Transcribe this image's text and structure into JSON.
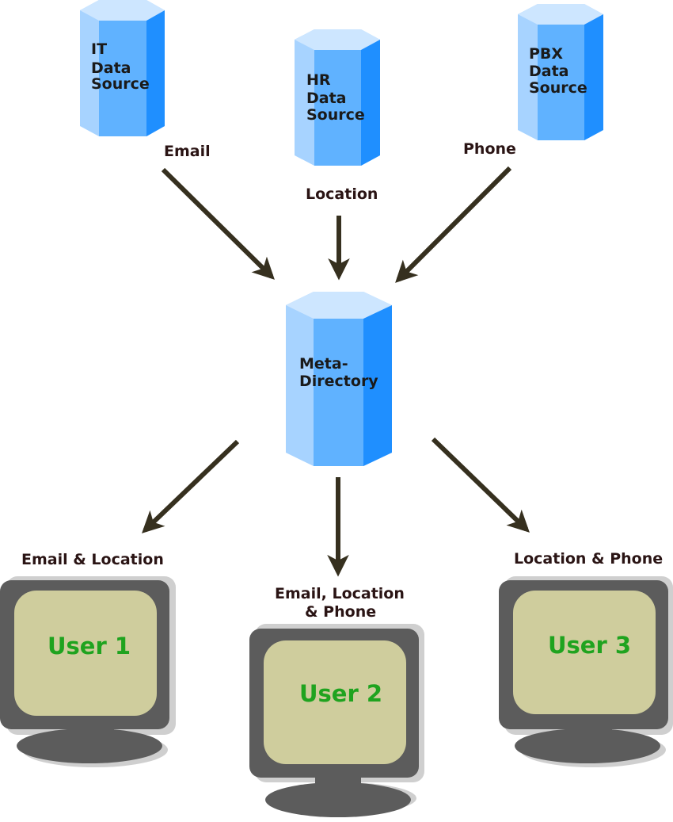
{
  "sources": [
    {
      "id": "it",
      "lines": [
        "IT",
        "Data",
        "Source"
      ]
    },
    {
      "id": "hr",
      "lines": [
        "HR",
        "Data",
        "Source"
      ]
    },
    {
      "id": "pbx",
      "lines": [
        "PBX",
        "Data",
        "Source"
      ]
    }
  ],
  "meta": {
    "lines": [
      "Meta-",
      "Directory"
    ]
  },
  "flows_in": {
    "email": "Email",
    "location": "Location",
    "phone": "Phone"
  },
  "flows_out": {
    "user1": [
      "Email & Location"
    ],
    "user2": [
      "Email, Location",
      "& Phone"
    ],
    "user3": [
      "Location & Phone"
    ]
  },
  "users": {
    "user1": "User 1",
    "user2": "User 2",
    "user3": "User 3"
  },
  "colors": {
    "cyl_top": "#cde6ff",
    "cyl_left": "#a7d3ff",
    "cyl_mid": "#60b2ff",
    "cyl_right": "#1f8fff",
    "monitor_frame": "#5c5c5c",
    "monitor_shadow": "#cfcfcf",
    "screen": "#cfcd9d",
    "arrow": "#36301f",
    "user_text": "#1fa31f"
  }
}
